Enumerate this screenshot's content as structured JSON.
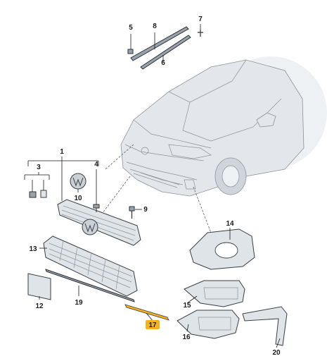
{
  "colors": {
    "highlight": "#f2b418",
    "part_fill": "#dfe4e9",
    "outline": "#3a3f45"
  },
  "labels": {
    "p1": "1",
    "p3": "3",
    "p4": "4",
    "p5": "5",
    "p6": "6",
    "p7": "7",
    "p8": "8",
    "p9": "9",
    "p10": "10",
    "p12": "12",
    "p13": "13",
    "p14": "14",
    "p15": "15",
    "p16": "16",
    "p17": "17",
    "p19": "19",
    "p20": "20"
  }
}
